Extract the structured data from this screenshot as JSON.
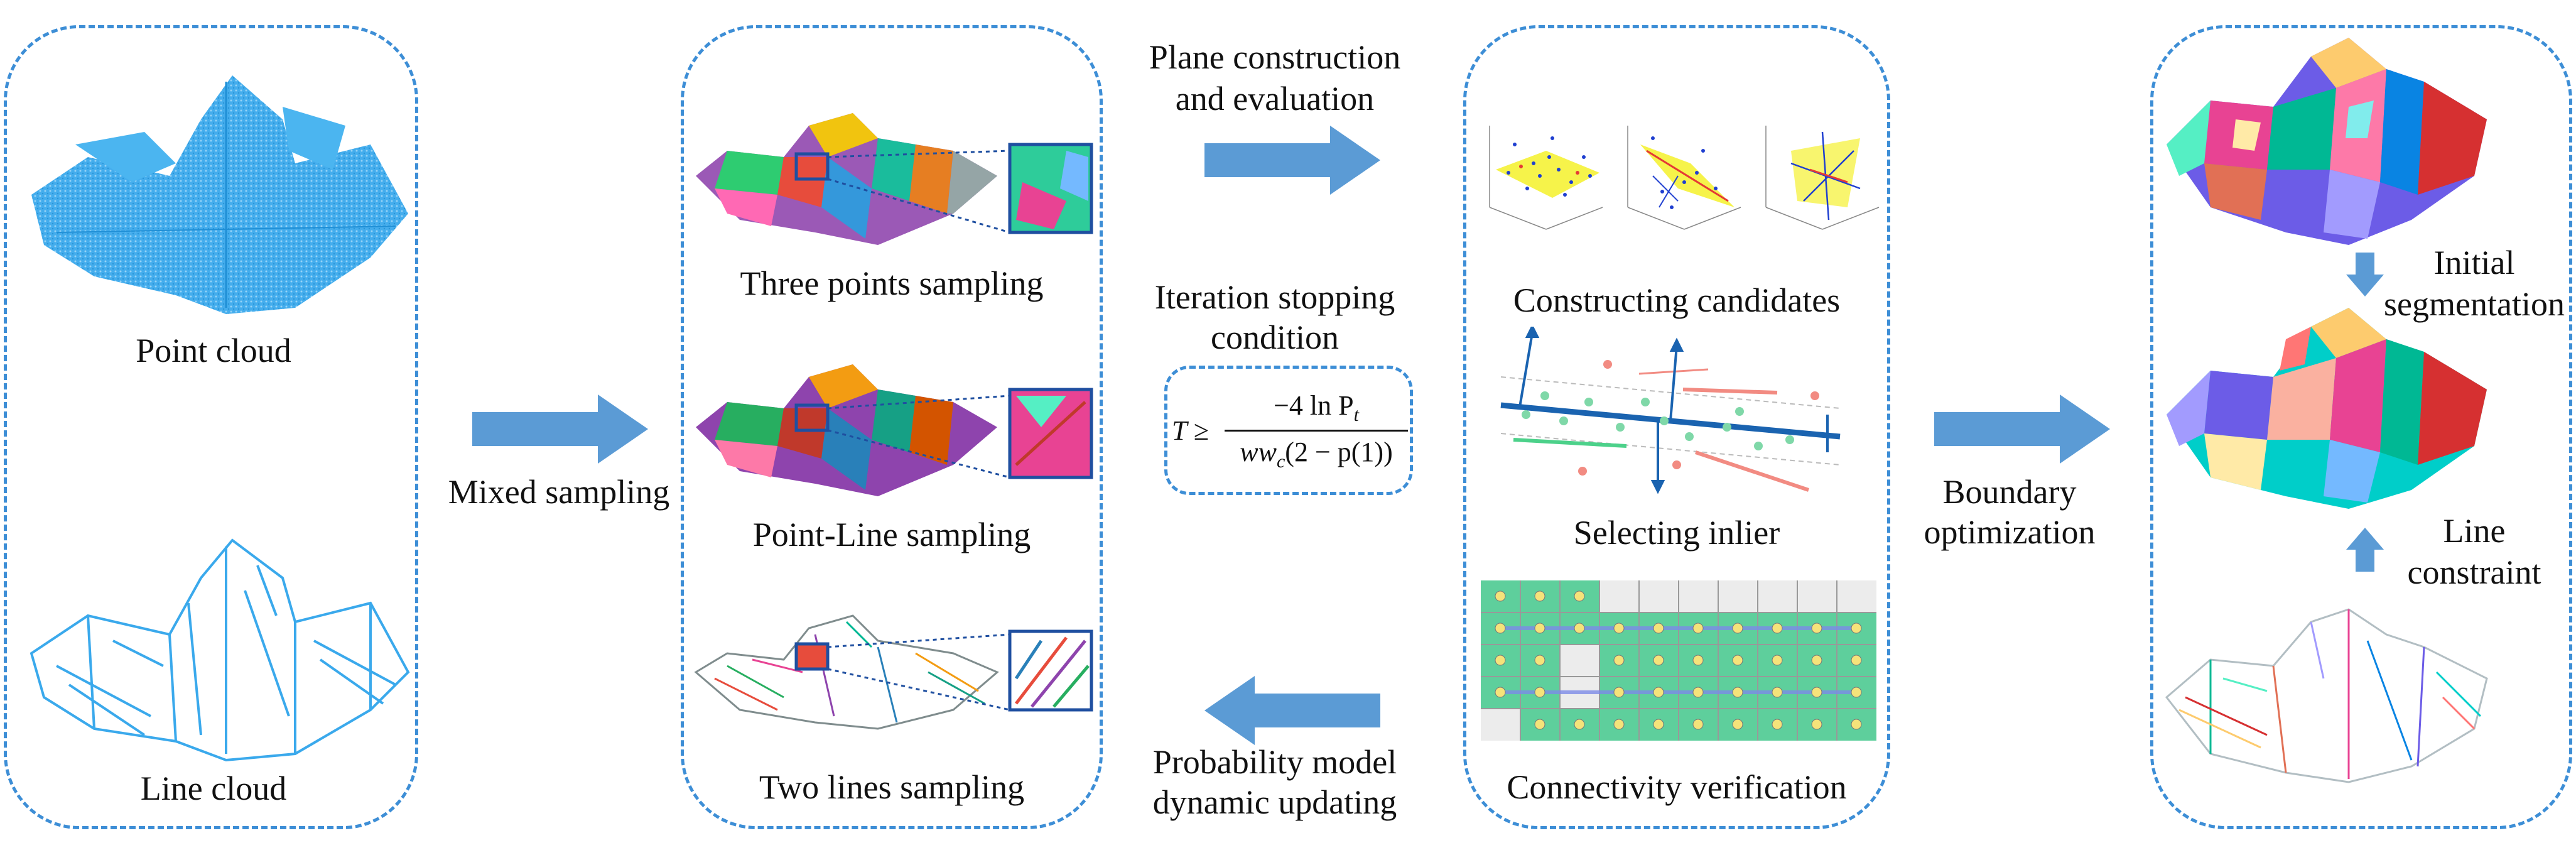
{
  "panels": {
    "input": {
      "point_cloud": "Point cloud",
      "line_cloud": "Line cloud"
    },
    "sampling": {
      "three_points": "Three points sampling",
      "point_line": "Point-Line sampling",
      "two_lines": "Two lines sampling"
    },
    "candidates": {
      "constructing": "Constructing candidates",
      "selecting": "Selecting inlier",
      "connectivity": "Connectivity verification"
    },
    "output": {
      "initial_line1": "Initial",
      "initial_line2": "segmentation",
      "line_line1": "Line",
      "line_line2": "constraint"
    }
  },
  "arrows": {
    "mixed_sampling": "Mixed sampling",
    "plane_line1": "Plane construction",
    "plane_line2": "and evaluation",
    "iter_line1": "Iteration stopping",
    "iter_line2": "condition",
    "prob_line1": "Probability model",
    "prob_line2": "dynamic updating",
    "boundary_line1": "Boundary",
    "boundary_line2": "optimization"
  },
  "formula": {
    "lhs": "T ≥",
    "numerator": "−4 ln P",
    "numerator_sub": "t",
    "denominator_a": "ww",
    "denominator_sub": "c",
    "denominator_b": "(2 − p(1))"
  },
  "colors": {
    "accent": "#3d8ed6",
    "arrow": "#5b9bd5",
    "point_cloud": "#3aa9ec",
    "grid_green": "#5ecf9c",
    "grid_gray": "#ececec",
    "plane_yellow": "#f6f34a"
  }
}
